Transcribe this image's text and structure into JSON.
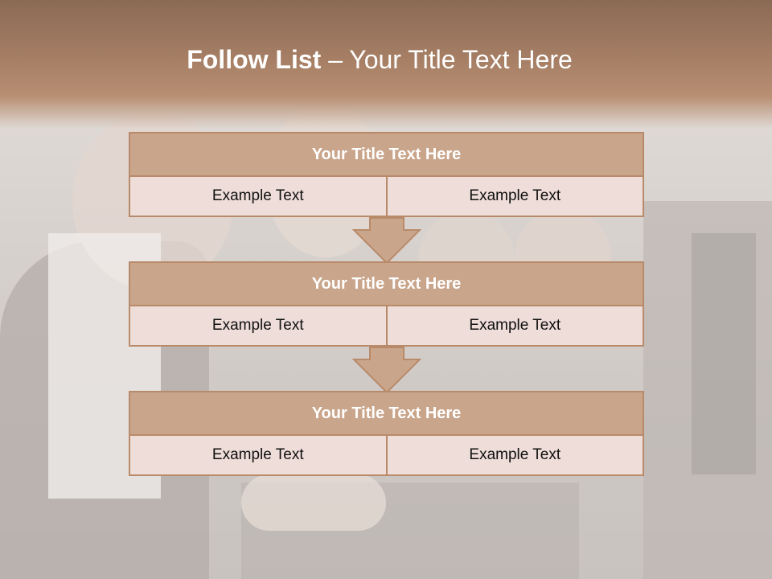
{
  "slide": {
    "title_bold": "Follow List",
    "title_rest": " – Your Title Text Here"
  },
  "steps": [
    {
      "title": "Your Title Text Here",
      "left": "Example Text",
      "right": "Example Text"
    },
    {
      "title": "Your Title Text Here",
      "left": "Example Text",
      "right": "Example Text"
    },
    {
      "title": "Your Title Text Here",
      "left": "Example Text",
      "right": "Example Text"
    }
  ],
  "colors": {
    "header": "#a57e64",
    "title_bar": "#c9a58b",
    "cell": "#eeddd8",
    "border": "#b98a6a"
  }
}
